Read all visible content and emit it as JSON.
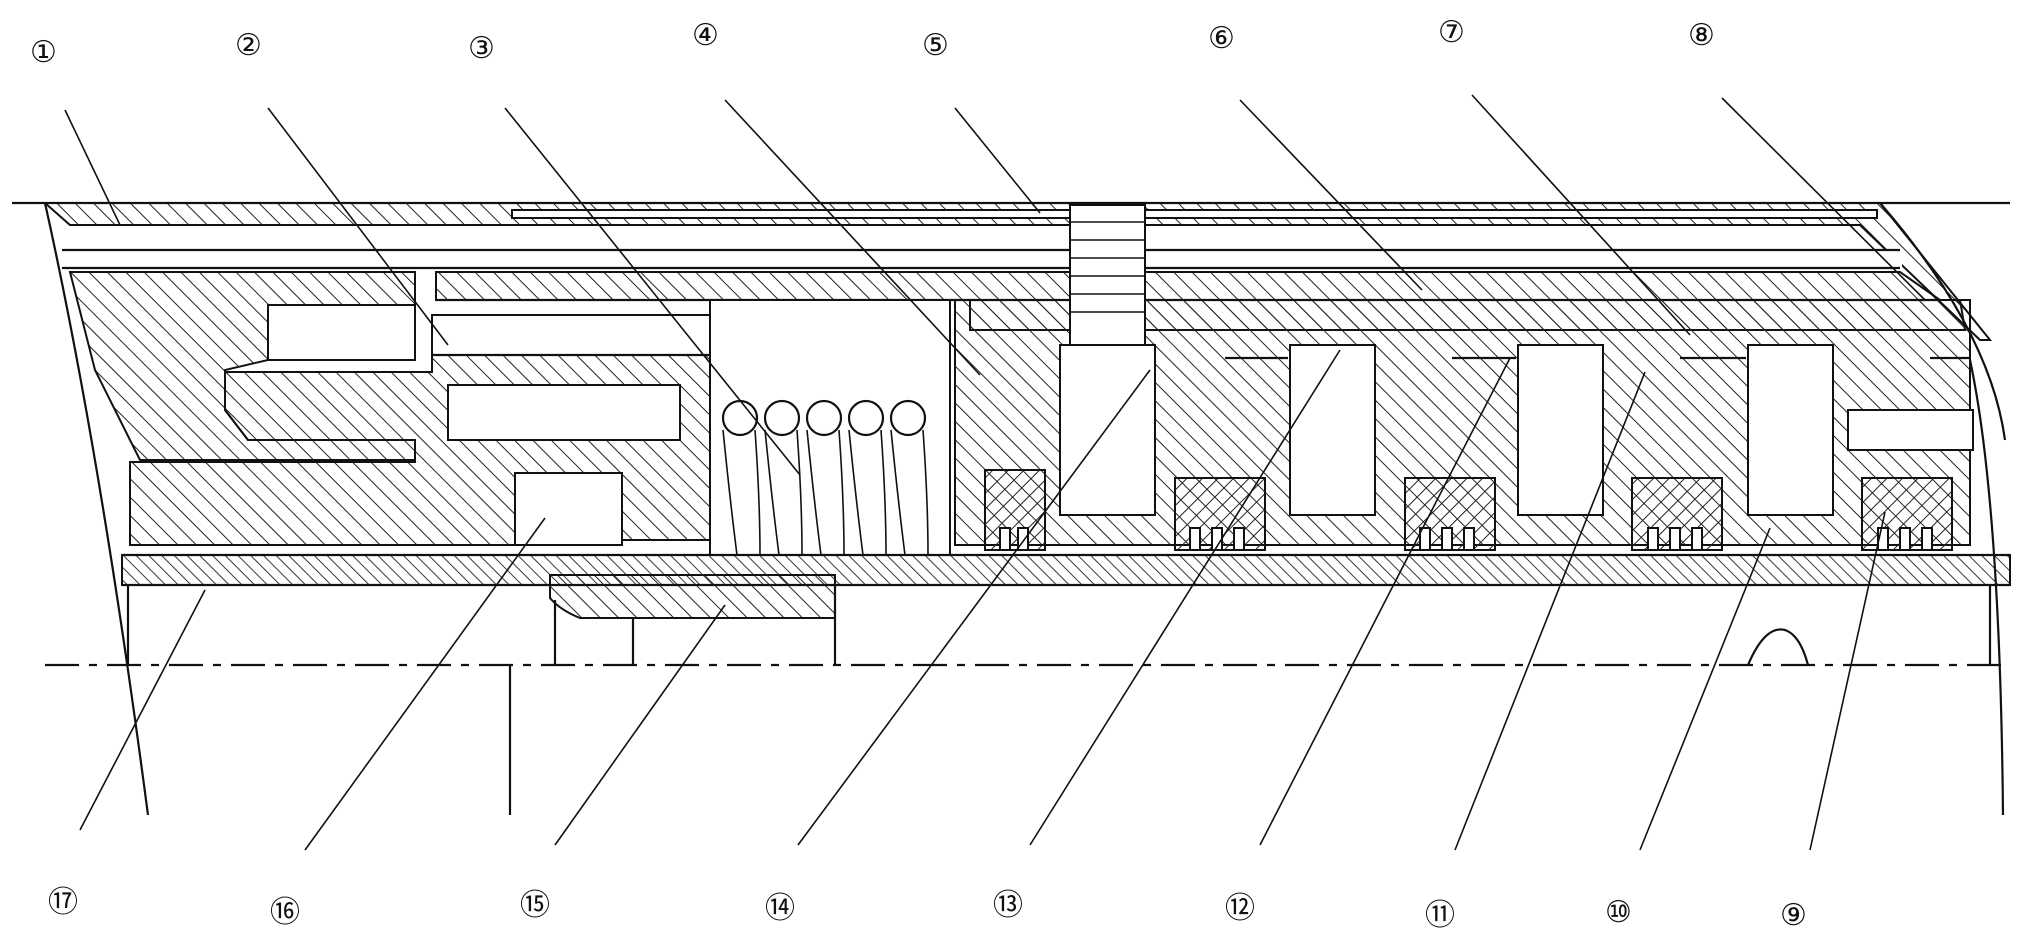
{
  "labels": {
    "top": [
      "①",
      "②",
      "③",
      "④",
      "⑤",
      "⑥",
      "⑦",
      "⑧"
    ],
    "bottom": [
      "⑰",
      "⑯",
      "⑮",
      "⑭",
      "⑬",
      "⑫",
      "⑪",
      "⑩",
      "⑨"
    ]
  },
  "colors": {
    "line": "#111111",
    "background": "#ffffff"
  }
}
